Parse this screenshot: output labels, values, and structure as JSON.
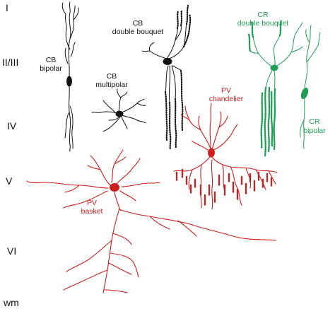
{
  "layers": [
    {
      "id": "I",
      "label": "I"
    },
    {
      "id": "II-III",
      "label": "II/III"
    },
    {
      "id": "IV",
      "label": "IV"
    },
    {
      "id": "V",
      "label": "V"
    },
    {
      "id": "VI",
      "label": "VI"
    },
    {
      "id": "wm",
      "label": "wm"
    }
  ],
  "cells": {
    "cb_bipolar": {
      "line1": "CB",
      "line2": "bipolar",
      "color": "#111111"
    },
    "cb_double_bouquet": {
      "line1": "CB",
      "line2": "double bouquet",
      "color": "#111111"
    },
    "cb_multipolar": {
      "line1": "CB",
      "line2": "multipolar",
      "color": "#111111"
    },
    "cr_double_bouquet": {
      "line1": "CR",
      "line2": "double bouquet",
      "color": "#1f9d55"
    },
    "cr_bipolar": {
      "line1": "CR",
      "line2": "bipolar",
      "color": "#1f9d55"
    },
    "pv_chandelier": {
      "line1": "PV",
      "line2": "chandelier",
      "color": "#cc1f1f"
    },
    "pv_basket": {
      "line1": "PV",
      "line2": "basket",
      "color": "#cc1f1f"
    }
  },
  "colors": {
    "calbindin": "#111111",
    "calretinin": "#1f9d55",
    "parvalbumin": "#cc1f1f"
  }
}
